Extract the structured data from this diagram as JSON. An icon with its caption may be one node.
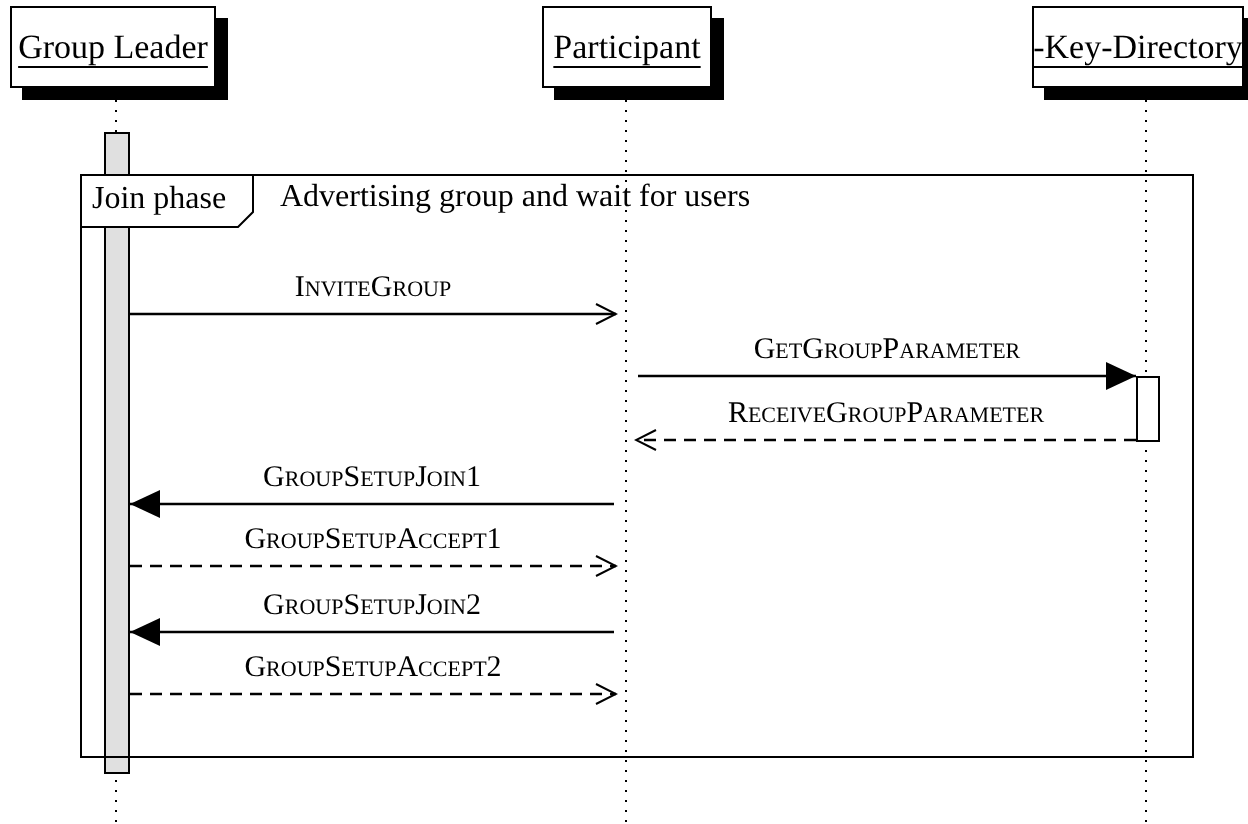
{
  "diagram": {
    "nodes": [
      {
        "text": [
          "Group Leader"
        ]
      },
      {
        "text": [
          "Participant"
        ]
      },
      {
        "text": [
          "-Key-Directory"
        ]
      },
      {
        "text": [
          "Join phase"
        ]
      },
      {
        "text": [],
        "shape": "bar"
      },
      {
        "text": [],
        "shape": "bar"
      }
    ],
    "edges": [
      {
        "from": 4,
        "to": 1,
        "arrow": "to",
        "label": "InviteGroup"
      },
      {
        "from": 1,
        "to": 5,
        "arrow": "to",
        "label": "GetGroupParameter"
      },
      {
        "from": 5,
        "to": 1,
        "arrow": "to",
        "label": "ReceiveGroupParameter",
        "style": "dashed"
      },
      {
        "from": 1,
        "to": 4,
        "arrow": "to",
        "label": "GroupSetupJoin1"
      },
      {
        "from": 4,
        "to": 1,
        "arrow": "to",
        "label": "GroupSetupAccept1",
        "style": "dashed"
      },
      {
        "from": 1,
        "to": 4,
        "arrow": "to",
        "label": "GroupSetupJoin2"
      },
      {
        "from": 4,
        "to": 1,
        "arrow": "to",
        "label": "GroupSetupAccept2",
        "style": "dashed"
      }
    ],
    "labels": [
      "Advertising group and wait for users"
    ]
  }
}
